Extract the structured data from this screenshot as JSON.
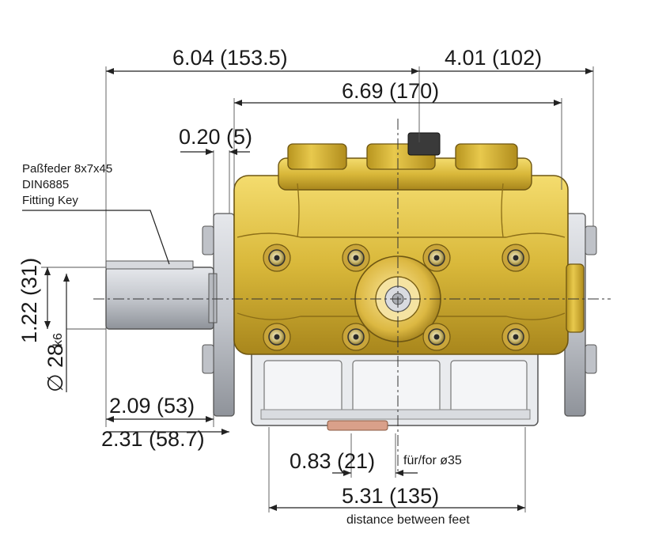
{
  "dimensions": {
    "overall_left": "6.04 (153.5)",
    "overall_right": "4.01 (102)",
    "body_width": "6.69 (170)",
    "flange_gap": "0.20 (5)",
    "shaft_height": "1.22 (31)",
    "shaft_diameter": "∅ 28",
    "shaft_tolerance": "k6",
    "shaft_length": "2.09 (53)",
    "shaft_total": "2.31 (58.7)",
    "foot_hole": "0.83 (21)",
    "foot_hole_note": "für/for ø35",
    "feet_distance": "5.31 (135)",
    "feet_distance_note": "distance between feet"
  },
  "key_callout": {
    "line1": "Paßfeder 8x7x45",
    "line2": "DIN6885",
    "line3": "Fitting Key"
  },
  "colors": {
    "brass": "#d9b83a",
    "brass_dark": "#a8861c",
    "brass_light": "#f2d96a",
    "steel": "#c9ccd2",
    "steel_dark": "#8a8e96"
  }
}
